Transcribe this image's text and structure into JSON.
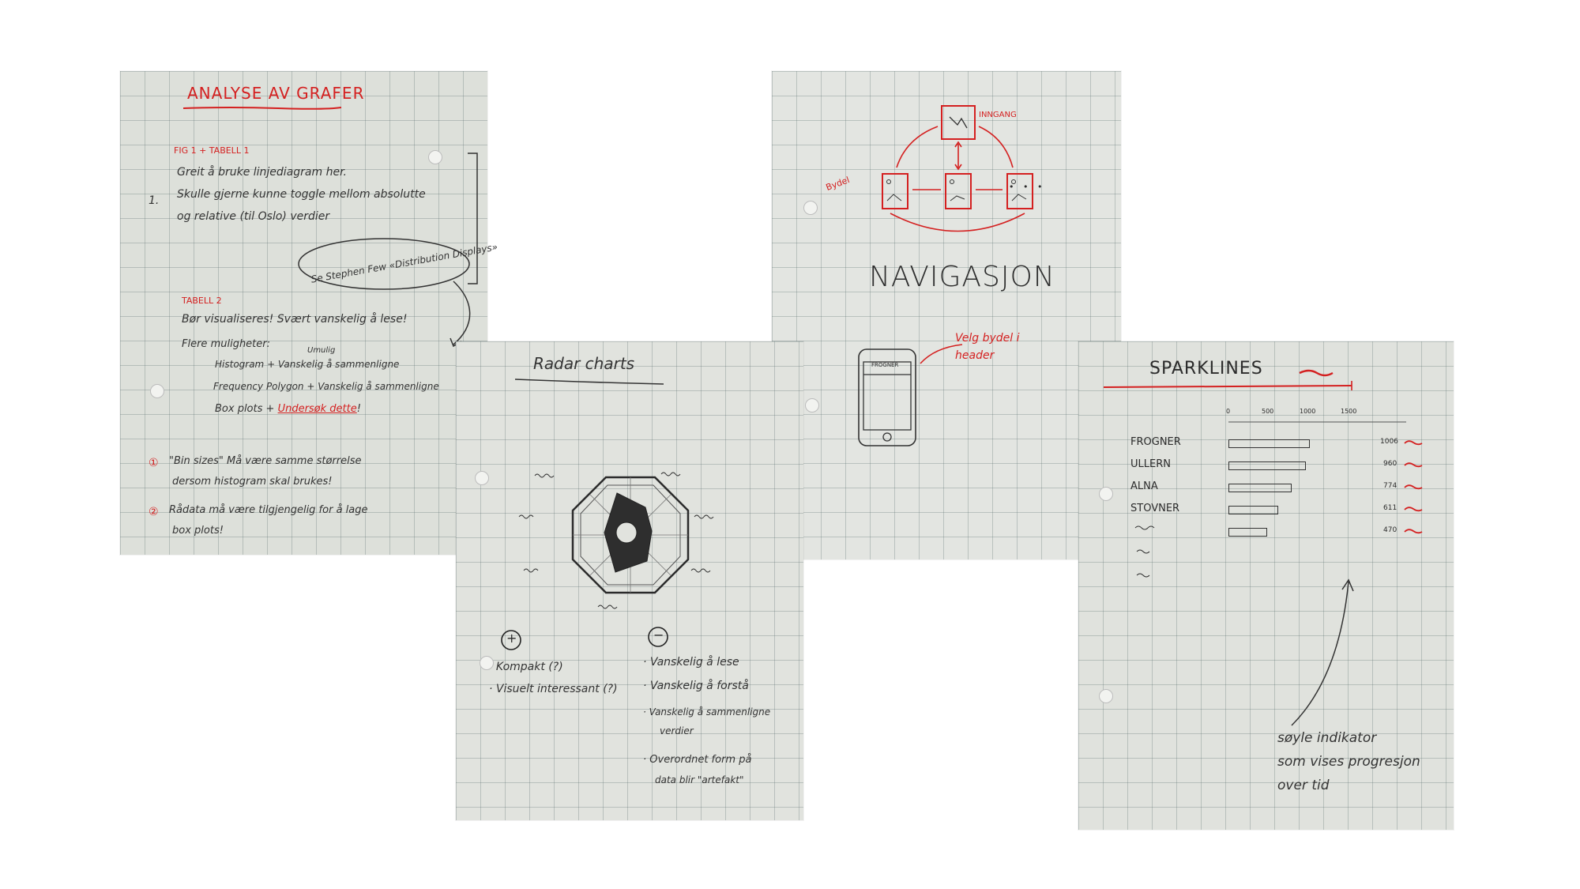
{
  "colors": {
    "ink": "#2b2b2b",
    "red_ink": "#d42020",
    "paper": "#dfe2dc"
  },
  "analyse": {
    "title": "ANALYSE AV GRAFER",
    "fig_heading": "FIG 1 + TABELL 1",
    "num1": "1.",
    "line1": "Greit å bruke linjediagram her.",
    "line2": "Skulle gjerne kunne toggle mellom absolutte",
    "line3": "og relative (til Oslo) verdier",
    "bubble": "Se Stephen Few «Distribution Displays»",
    "tabell_heading": "TABELL 2",
    "line4": "Bør visualiseres! Svært vanskelig å lese!",
    "line5": "Flere muligheter:",
    "note_above": "Umulig",
    "opt1": "Histogram  +  Vanskelig  å sammenligne",
    "opt2": "Frequency Polygon  +  Vanskelig  å sammenligne",
    "opt3_prefix": "Box plots  +",
    "opt3_link": "Undersøk dette",
    "opt3_suffix": "!",
    "note1_num": "①",
    "note1a": "\"Bin sizes\" Må være samme størrelse",
    "note1b": "dersom histogram skal brukes!",
    "note2_num": "②",
    "note2a": "Rådata må være tilgjengelig for å lage",
    "note2b": "box plots!"
  },
  "radar": {
    "title": "Radar charts",
    "plus": "+",
    "minus": "−",
    "pros": [
      "· Kompakt (?)",
      "· Visuelt interessant (?)"
    ],
    "cons": [
      "· Vanskelig å lese",
      "· Vanskelig å forstå",
      "· Vanskelig å sammenligne",
      "verdier",
      "· Overordnet form på",
      "data blir \"artefakt\""
    ]
  },
  "nav": {
    "inngang": "INNGANG",
    "bydel": "Bydel",
    "dots": "• • •",
    "title": "NAVIGASJON",
    "phone_header": "FROGNER",
    "note1": "Velg bydel i",
    "note2": "header"
  },
  "spark": {
    "title": "SPARKLINES",
    "axis_ticks": [
      "0",
      "500",
      "1000",
      "1500"
    ],
    "rows": [
      {
        "name": "FROGNER",
        "value": "1006",
        "fraction": 0.67
      },
      {
        "name": "ULLERN",
        "value": "960",
        "fraction": 0.64
      },
      {
        "name": "ALNA",
        "value": "774",
        "fraction": 0.52
      },
      {
        "name": "STOVNER",
        "value": "611",
        "fraction": 0.41
      },
      {
        "name": "",
        "value": "470",
        "fraction": 0.31
      }
    ],
    "note1": "søyle indikator",
    "note2": "som vises progresjon",
    "note3": "over tid"
  }
}
